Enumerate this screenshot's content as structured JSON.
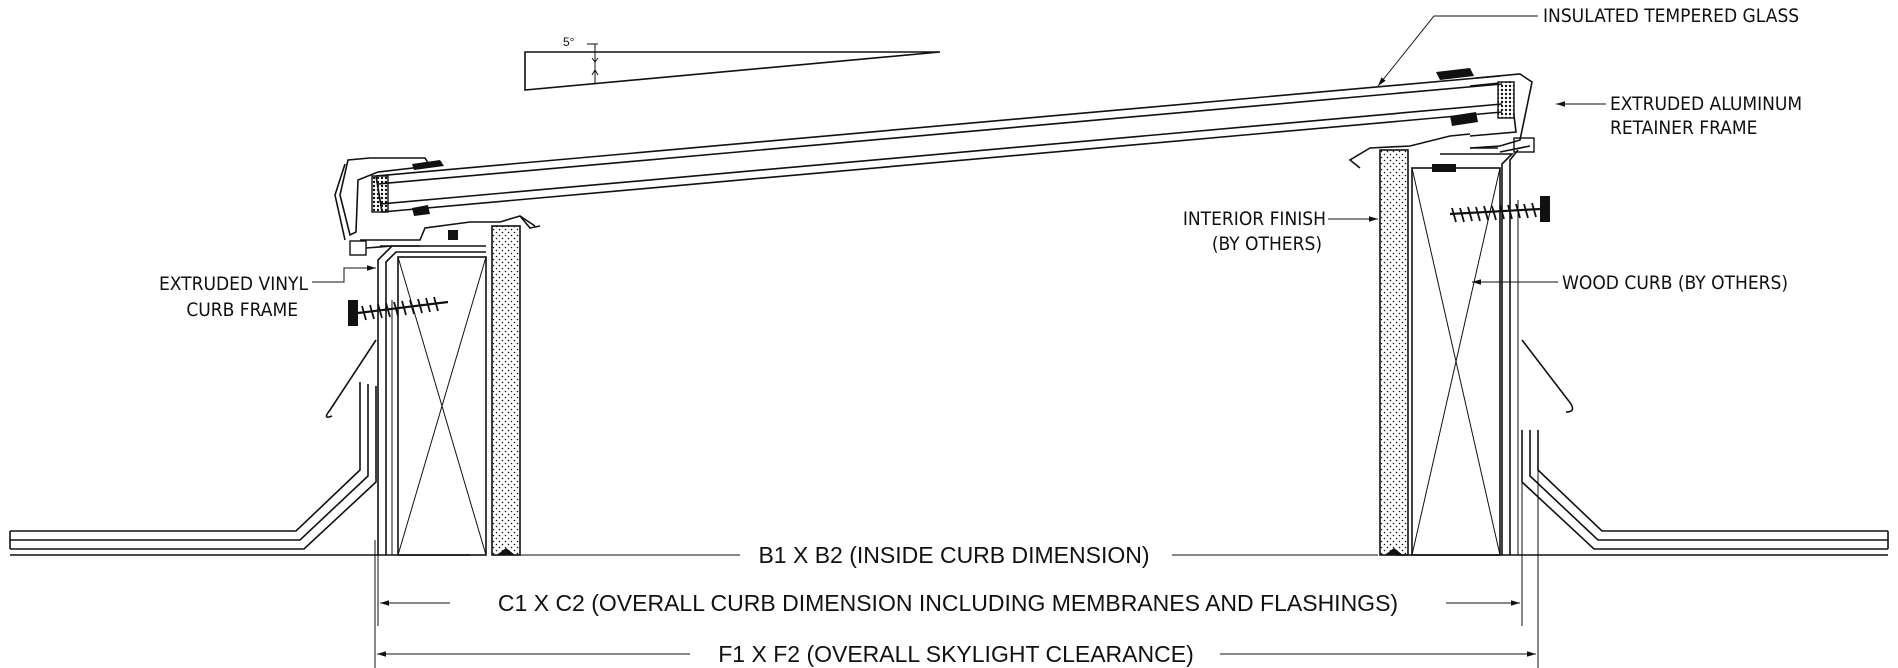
{
  "slope_label": "5°",
  "callouts": {
    "glass": "INSULATED TEMPERED GLASS",
    "retainer_line1": "EXTRUDED ALUMINUM",
    "retainer_line2": "RETAINER FRAME",
    "interior_line1": "INTERIOR FINISH",
    "interior_line2": "(BY OTHERS)",
    "wood_curb": "WOOD CURB (BY OTHERS)",
    "vinyl_line1": "EXTRUDED VINYL",
    "vinyl_line2": "CURB FRAME"
  },
  "dimensions": {
    "b": "B1 X B2 (INSIDE CURB DIMENSION)",
    "c": "C1 X C2 (OVERALL CURB DIMENSION INCLUDING MEMBRANES AND FLASHINGS)",
    "f": "F1 X F2 (OVERALL SKYLIGHT CLEARANCE)"
  }
}
